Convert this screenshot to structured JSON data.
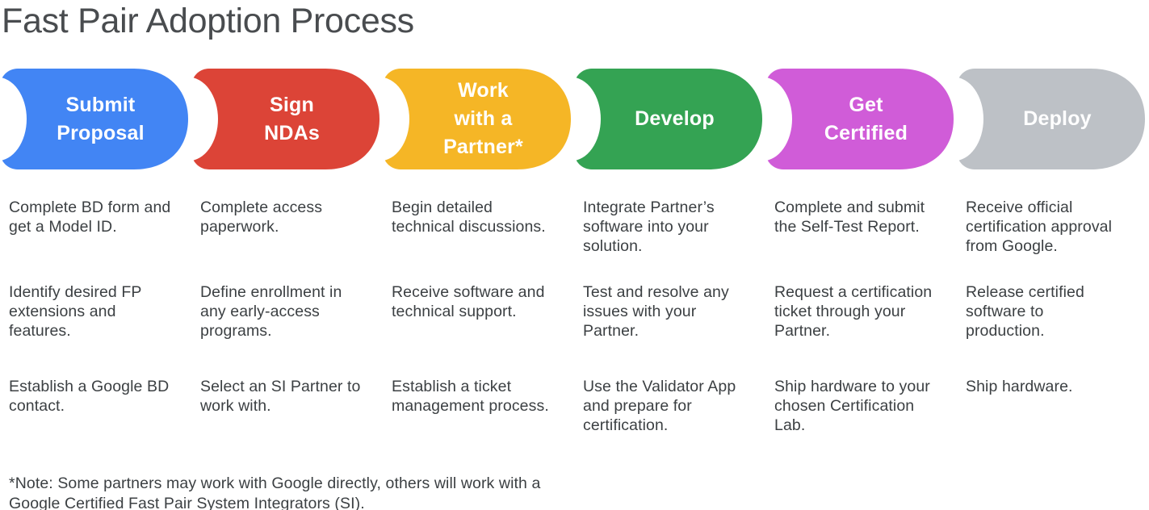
{
  "title": "Fast Pair Adoption Process",
  "stages": [
    {
      "label": "Submit Proposal",
      "color": "#4285F4",
      "label_lines": [
        "Submit",
        "Proposal"
      ],
      "items": [
        [
          "Complete BD form and",
          "get a Model ID.",
          ""
        ],
        [
          "Identify desired FP",
          "extensions and",
          "features."
        ],
        [
          "Establish a Google BD",
          "contact.",
          ""
        ]
      ]
    },
    {
      "label": "Sign NDAs",
      "color": "#DC4437",
      "label_lines": [
        "Sign",
        "NDAs"
      ],
      "items": [
        [
          "Complete access",
          "paperwork.",
          ""
        ],
        [
          "Define enrollment in",
          "any early-access",
          "programs."
        ],
        [
          "Select an SI Partner to",
          "work with.",
          ""
        ]
      ]
    },
    {
      "label": "Work with a Partner*",
      "color": "#F5B626",
      "label_lines": [
        "Work",
        "with a",
        "Partner*"
      ],
      "items": [
        [
          "Begin detailed",
          "technical discussions.",
          ""
        ],
        [
          "Receive software and",
          "technical support.",
          ""
        ],
        [
          "Establish a ticket",
          "management process.",
          ""
        ]
      ]
    },
    {
      "label": "Develop",
      "color": "#34A353",
      "label_lines": [
        "Develop",
        "",
        ""
      ],
      "items": [
        [
          "Integrate Partner’s",
          "software into your",
          "solution."
        ],
        [
          "Test and resolve any",
          "issues with your",
          "Partner."
        ],
        [
          "Use the Validator App",
          "and prepare for",
          "certification."
        ]
      ]
    },
    {
      "label": "Get Certified",
      "color": "#D05CD8",
      "label_lines": [
        "Get",
        "Certified"
      ],
      "items": [
        [
          "Complete and submit",
          "the Self-Test Report.",
          ""
        ],
        [
          "Request a certification",
          "ticket through your",
          "Partner."
        ],
        [
          "Ship hardware to your",
          "chosen Certification",
          "Lab."
        ]
      ]
    },
    {
      "label": "Deploy",
      "color": "#BDC1C6",
      "label_lines": [
        "Deploy",
        "",
        ""
      ],
      "items": [
        [
          "Receive official",
          "certification approval",
          "from Google."
        ],
        [
          "Release certified",
          "software to",
          "production."
        ],
        [
          "Ship hardware.",
          "",
          ""
        ]
      ]
    }
  ],
  "note_lines": [
    "*Note: Some partners may work with Google directly, others will work with a",
    "Google Certified Fast Pair System Integrators (SI)."
  ],
  "note": "*Note: Some partners may work with Google directly, others will work with a Google Certified Fast Pair System Integrators (SI)."
}
